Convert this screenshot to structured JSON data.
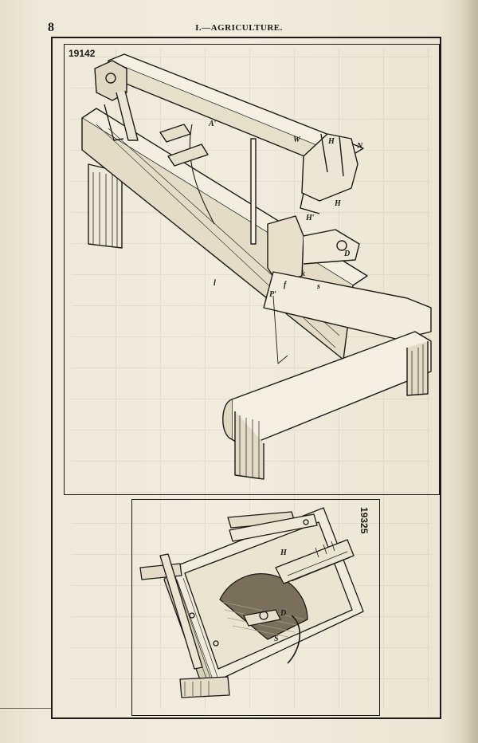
{
  "header": {
    "page_number": "8",
    "running_head": "I.—AGRICULTURE."
  },
  "figures": [
    {
      "number": "19142",
      "labels": {
        "a_prime": "A′",
        "w": "W",
        "h_top": "H",
        "n": "N",
        "h_lower": "H",
        "h_prime": "H′",
        "d": "D",
        "k": "k",
        "f": "f",
        "s": "s",
        "p_prime": "P′",
        "l": "l"
      }
    },
    {
      "number": "19325",
      "labels": {
        "h": "H",
        "d": "D",
        "s": "S"
      }
    }
  ]
}
